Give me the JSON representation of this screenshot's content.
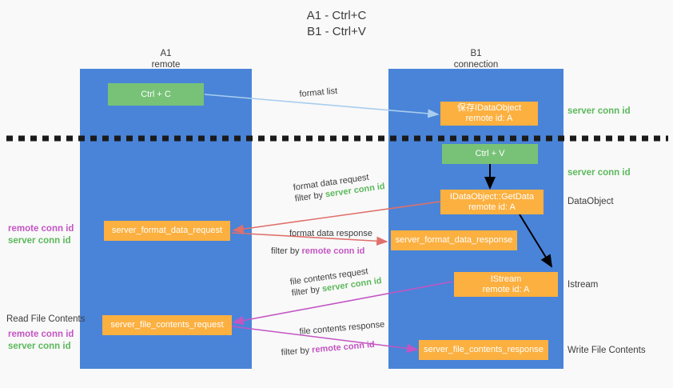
{
  "title": {
    "line1": "A1 - Ctrl+C",
    "line2": "B1 - Ctrl+V"
  },
  "colors": {
    "lane": "#4a84d8",
    "green_node": "#77c277",
    "orange_node": "#fbb040",
    "green_text": "#5cb85c",
    "purple_text": "#c355c3",
    "blue_arrow": "#a8cdee",
    "red_arrow": "#e0706b",
    "magenta_arrow": "#c355c3",
    "black_arrow": "#000000",
    "background": "#f9f9f9"
  },
  "lanes": [
    {
      "name": "A1",
      "sub": "remote"
    },
    {
      "name": "B1",
      "sub": "connection"
    }
  ],
  "nodes": {
    "ctrl_c": {
      "line1": "Ctrl + C",
      "line2": ""
    },
    "save_idataobject": {
      "line1": "保存IDataObject",
      "line2": "remote id: A"
    },
    "ctrl_v": {
      "line1": "Ctrl + V",
      "line2": ""
    },
    "idataobject_getdata": {
      "line1": "IDataObject::GetData",
      "line2": "remote id: A"
    },
    "format_data_request": {
      "line1": "server_format_data_request",
      "line2": ""
    },
    "format_data_response": {
      "line1": "server_format_data_response",
      "line2": ""
    },
    "istream": {
      "line1": "IStream",
      "line2": "remote id: A"
    },
    "file_contents_request": {
      "line1": "server_file_contents_request",
      "line2": ""
    },
    "file_contents_response": {
      "line1": "server_file_contents_response",
      "line2": ""
    }
  },
  "flow_labels": {
    "format_list": {
      "text": "format list"
    },
    "format_data_request": {
      "text": "format data request",
      "filter_prefix": "filter by ",
      "filter_value": "server conn id"
    },
    "format_data_response": {
      "text": "format data response",
      "filter_prefix": "filter by ",
      "filter_value": "remote conn id"
    },
    "file_contents_request": {
      "text": "file contents request",
      "filter_prefix": "filter by ",
      "filter_value": "server conn id"
    },
    "file_contents_response": {
      "text": "file contents response",
      "filter_prefix": "filter by ",
      "filter_value": "remote conn id"
    }
  },
  "right_annotations": {
    "server_conn_id_top": "server conn id",
    "server_conn_id_mid": "server conn id",
    "dataobject": "DataObject",
    "istream": "Istream",
    "write_file_contents": "Write File Contents"
  },
  "left_annotations": {
    "format_remote": "remote conn id",
    "format_server": "server conn id",
    "read_file_contents": "Read File Contents",
    "file_remote": "remote conn id",
    "file_server": "server conn id"
  }
}
